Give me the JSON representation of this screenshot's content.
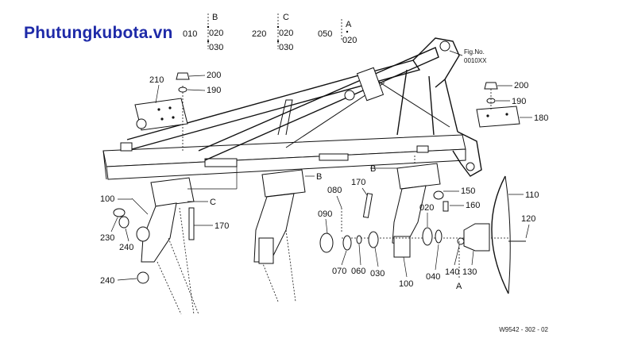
{
  "brand": "Phutungkubota.vn",
  "fig_no": {
    "label": "Fig.No.",
    "value": "0010XX"
  },
  "drawing_code": "W9542 - 302 - 02",
  "groups": {
    "g010": {
      "id": "010",
      "variant": "B",
      "parts": [
        "020",
        "030"
      ]
    },
    "g220": {
      "id": "220",
      "variant": "C",
      "parts": [
        "020",
        "030"
      ]
    },
    "g050": {
      "id": "050",
      "variant": "A",
      "parts": [
        "020"
      ]
    }
  },
  "callouts": {
    "p210": "210",
    "p200a": "200",
    "p190a": "190",
    "p200b": "200",
    "p190b": "190",
    "p180": "180",
    "p100a": "100",
    "p230": "230",
    "p240a": "240",
    "p240b": "240",
    "p170a": "170",
    "p170b": "170",
    "p080": "080",
    "p090": "090",
    "p070": "070",
    "p060": "060",
    "p030": "030",
    "p100b": "100",
    "p020": "020",
    "p040": "040",
    "p140": "140",
    "p130": "130",
    "p150": "150",
    "p160": "160",
    "p110": "110",
    "p120": "120"
  },
  "refs": {
    "rB1": "B",
    "rC1": "C",
    "rB2": "B",
    "rA1": "A"
  }
}
